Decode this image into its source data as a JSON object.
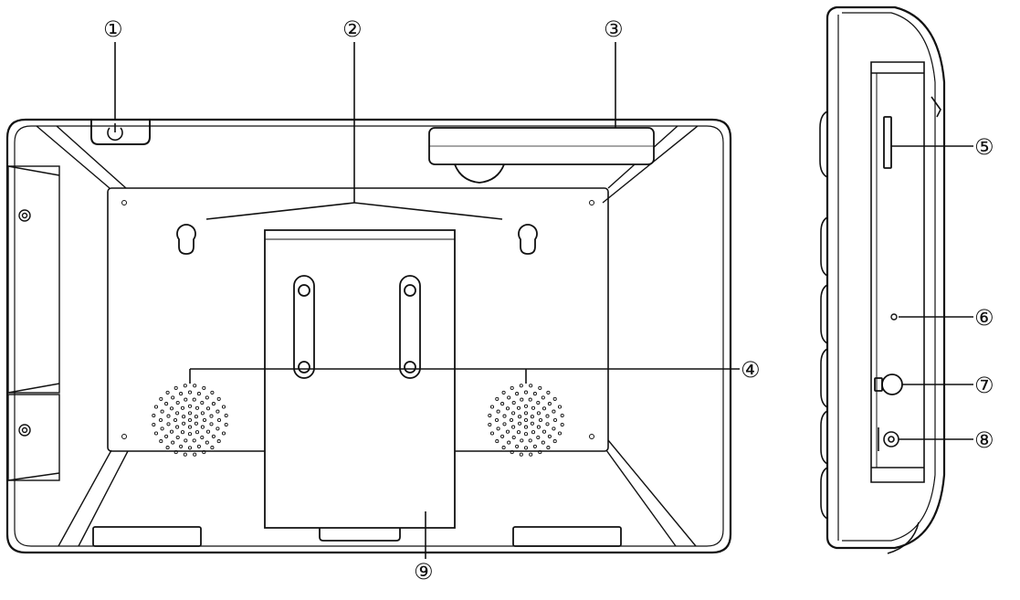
{
  "colors": {
    "line": "#111111",
    "fill": "#ffffff",
    "panel": "#f4f4f4"
  },
  "callouts": {
    "c1": "①",
    "c2": "②",
    "c3": "③",
    "c4": "④",
    "c5": "⑤",
    "c6": "⑥",
    "c7": "⑦",
    "c8": "⑧",
    "c9": "⑨"
  },
  "icons": {
    "power": "power-icon",
    "keyhole": "keyhole-slot-icon",
    "speaker": "speaker-grille-icon",
    "card_slot": "card-slot-icon",
    "reset": "reset-hole-icon",
    "usb": "usb-port-icon",
    "dc": "dc-jack-icon"
  }
}
